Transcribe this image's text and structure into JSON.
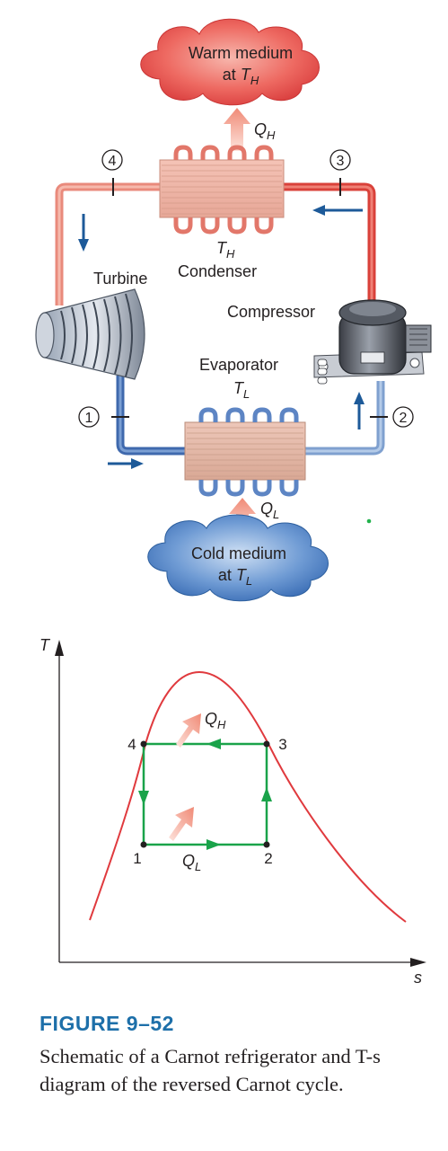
{
  "schematic": {
    "warm_medium": {
      "line1": "Warm medium",
      "line2_prefix": "at ",
      "line2_var": "T",
      "line2_sub": "H"
    },
    "cold_medium": {
      "line1": "Cold medium",
      "line2_prefix": "at ",
      "line2_var": "T",
      "line2_sub": "L"
    },
    "heat_high": {
      "var": "Q",
      "sub": "H"
    },
    "heat_low": {
      "var": "Q",
      "sub": "L"
    },
    "condenser": {
      "temp_var": "T",
      "temp_sub": "H",
      "label": "Condenser"
    },
    "evaporator": {
      "label": "Evaporator",
      "temp_var": "T",
      "temp_sub": "L"
    },
    "turbine_label": "Turbine",
    "compressor_label": "Compressor",
    "states": [
      "1",
      "2",
      "3",
      "4"
    ],
    "colors": {
      "hot": "#e2564a",
      "hot_light": "#f29a8b",
      "cold": "#4d7cc0",
      "cold_light": "#92b2dc",
      "arrow": "#1d5a99",
      "cloud_warm": "#ea4f4f",
      "cloud_cold": "#3f77c2"
    }
  },
  "ts_diagram": {
    "y_axis": "T",
    "x_axis": "s",
    "heat_high": {
      "var": "Q",
      "sub": "H"
    },
    "heat_low": {
      "var": "Q",
      "sub": "L"
    },
    "point_labels": [
      "1",
      "2",
      "3",
      "4"
    ],
    "colors": {
      "dome": "#e03a3e",
      "cycle": "#1aa34a",
      "heat_arrow": "#f1a08f"
    }
  },
  "caption": {
    "figure": "FIGURE 9–52",
    "text": "Schematic of a Carnot refrigerator and T-s diagram of the reversed Carnot cycle."
  }
}
